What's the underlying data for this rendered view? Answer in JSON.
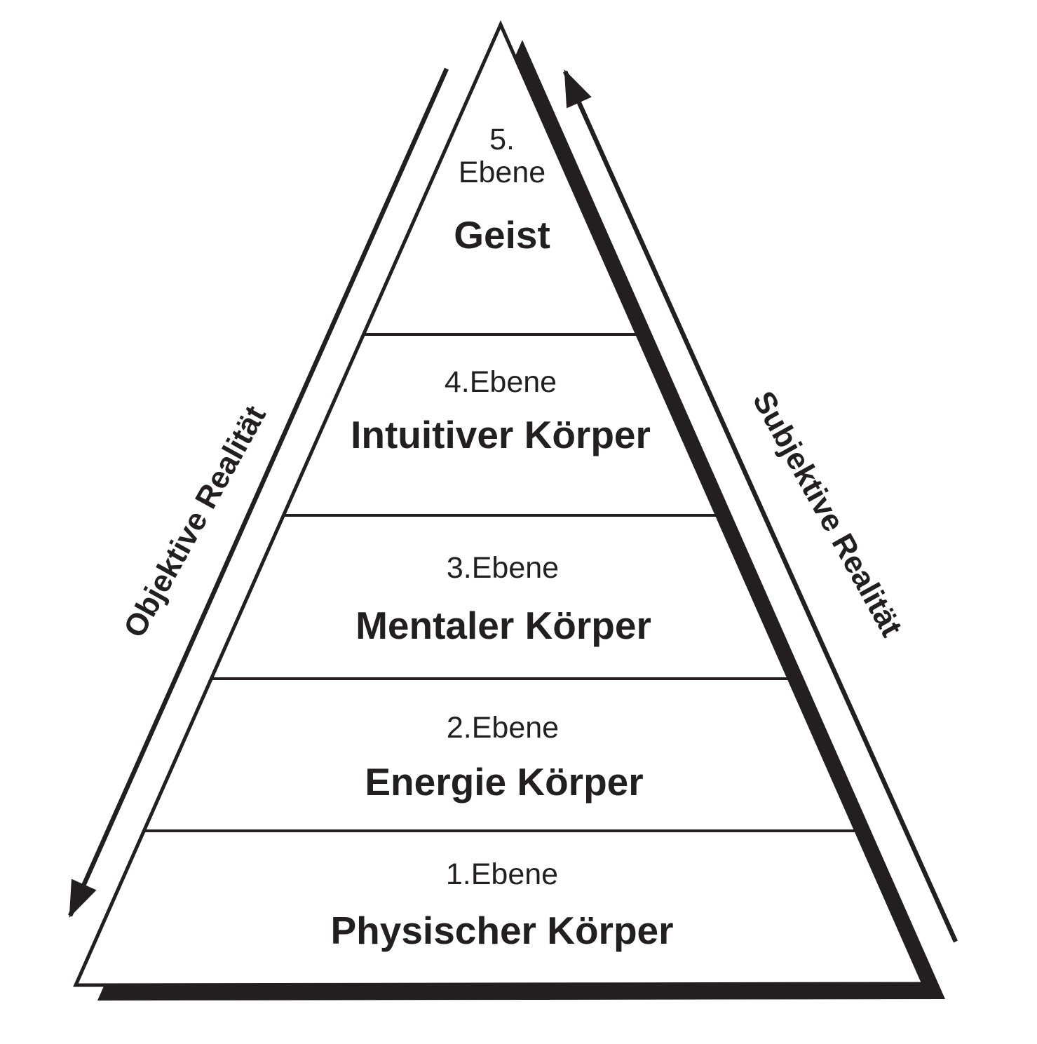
{
  "pyramid": {
    "levels": [
      {
        "label": "5.",
        "label2": "Ebene",
        "name": "Geist"
      },
      {
        "label": "4.Ebene",
        "name": "Intuitiver Körper"
      },
      {
        "label": "3.Ebene",
        "name": "Mentaler Körper"
      },
      {
        "label": "2.Ebene",
        "name": "Energie Körper"
      },
      {
        "label": "1.Ebene",
        "name": "Physischer Körper"
      }
    ],
    "side_labels": {
      "left": "Objektive Realität",
      "right": "Subjektive Realität"
    },
    "colors": {
      "ink": "#231f20",
      "background": "#ffffff"
    }
  }
}
